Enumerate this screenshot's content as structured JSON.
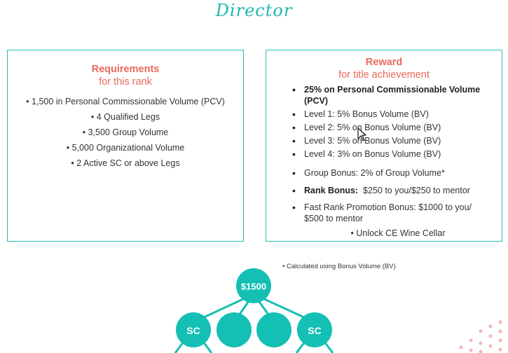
{
  "header": {
    "title": "Director"
  },
  "requirements": {
    "title": "Requirements",
    "subtitle": "for this rank",
    "items": [
      "1,500 in Personal Commissionable Volume (PCV)",
      "4 Qualified Legs",
      "3,500 Group Volume",
      "5,000 Organizational Volume",
      "2 Active SC or above Legs"
    ]
  },
  "reward": {
    "title": "Reward",
    "subtitle": "for title achievement",
    "item_pcv": "25% on Personal Commissionable Volume (PCV)",
    "level1": "Level 1: 5% Bonus Volume (BV)",
    "level2": "Level 2: 5% on Bonus Volume (BV)",
    "level3": "Level 3: 5% on Bonus Volume (BV)",
    "level4": "Level 4: 3% on Bonus Volume (BV)",
    "group_bonus": "Group Bonus: 2% of Group Volume*",
    "rank_bonus_label": "Rank Bonus:",
    "rank_bonus_value": "$250 to you/$250 to mentor",
    "fast_rank": "Fast Rank Promotion Bonus: $1000 to you/ $500 to mentor",
    "unlock": "Unlock CE Wine Cellar"
  },
  "footnote": "Calculated using Bonus Volume (BV)",
  "tree": {
    "root_label": "$1500",
    "child_labels": [
      "SC",
      "",
      "",
      "SC"
    ],
    "color": "#14bfb3"
  },
  "colors": {
    "accent_teal": "#27bdb3",
    "accent_coral": "#e96a5a",
    "dots_pink": "#f3b8b3"
  }
}
